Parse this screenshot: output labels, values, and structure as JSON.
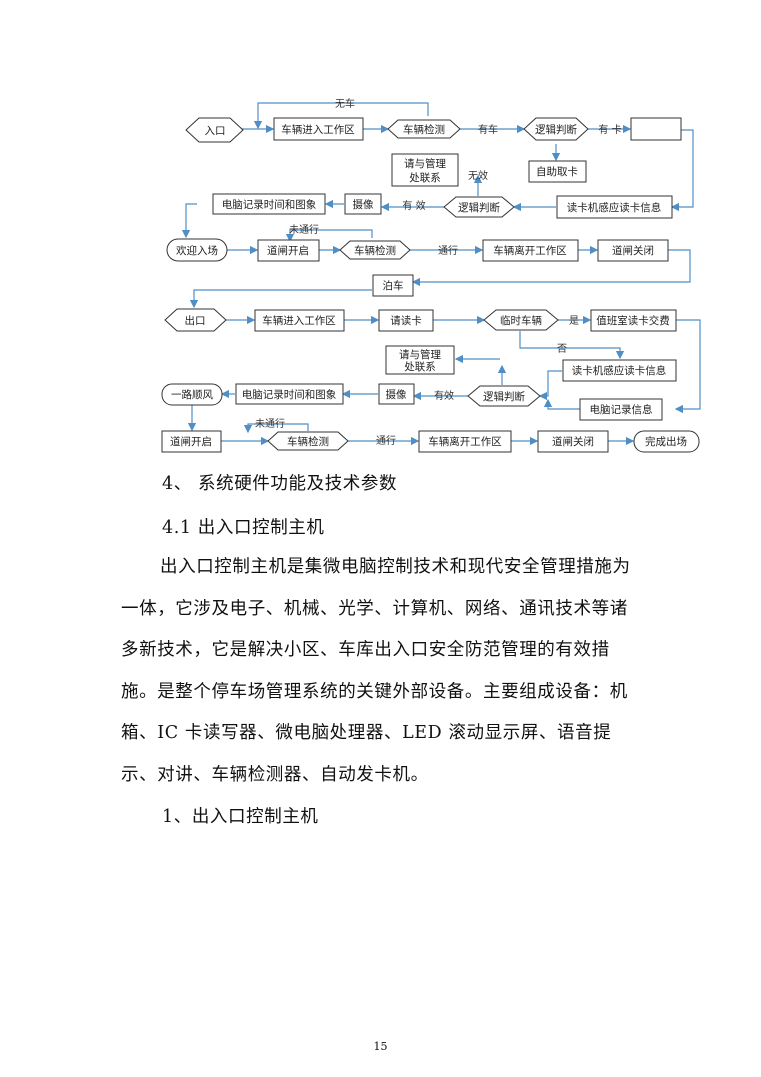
{
  "diagram": {
    "entry": {
      "start": "入口",
      "enter": "车辆进入工作区",
      "detect": "车辆检测",
      "no_car": "无车",
      "has_car": "有车",
      "logic1": "逻辑判断",
      "has_card": "有  卡",
      "self_card": "自助取卡",
      "contact_l1": "请与管理",
      "contact_l2": "处联系",
      "invalid": "无效",
      "logic2": "逻辑判断",
      "reader": "读卡机感应读卡信息",
      "valid": "有  效",
      "camera": "摄像",
      "record": "电脑记录时间和图象",
      "welcome": "欢迎入场",
      "gate_open": "道闸开启",
      "not_passed": "未通行",
      "detect2": "车辆检测",
      "passed": "通行",
      "leave": "车辆离开工作区",
      "gate_close": "道闸关闭",
      "park": "泊车"
    },
    "exit": {
      "start": "出口",
      "enter": "车辆进入工作区",
      "read_card": "请读卡",
      "temp_car": "临时车辆",
      "yes": "是",
      "pay": "值班室读卡交费",
      "no": "否",
      "contact_l1": "请与管理",
      "contact_l2": "处联系",
      "reader": "读卡机感应读卡信息",
      "logic": "逻辑判断",
      "valid": "有效",
      "camera": "摄像",
      "record": "电脑记录时间和图象",
      "bye": "一路顺风",
      "pc_record": "电脑记录信息",
      "not_passed": "未通行",
      "gate_open": "道闸开启",
      "detect": "车辆检测",
      "passed": "通行",
      "leave": "车辆离开工作区",
      "gate_close": "道闸关闭",
      "done": "完成出场"
    }
  },
  "section_heading": "4、 系统硬件功能及技术参数",
  "subsection_heading": "4.1 出入口控制主机",
  "paragraph": "出入口控制主机是集微电脑控制技术和现代安全管理措施为一体，它涉及电子、机械、光学、计算机、网络、通讯技术等诸多新技术，它是解决小区、车库出入口安全防范管理的有效措施。是整个停车场管理系统的关键外部设备。主要组成设备：机箱、IC 卡读写器、微电脑处理器、LED 滚动显示屏、语音提示、对讲、车辆检测器、自动发卡机。",
  "item_heading": "1、出入口控制主机",
  "page_number": "15"
}
